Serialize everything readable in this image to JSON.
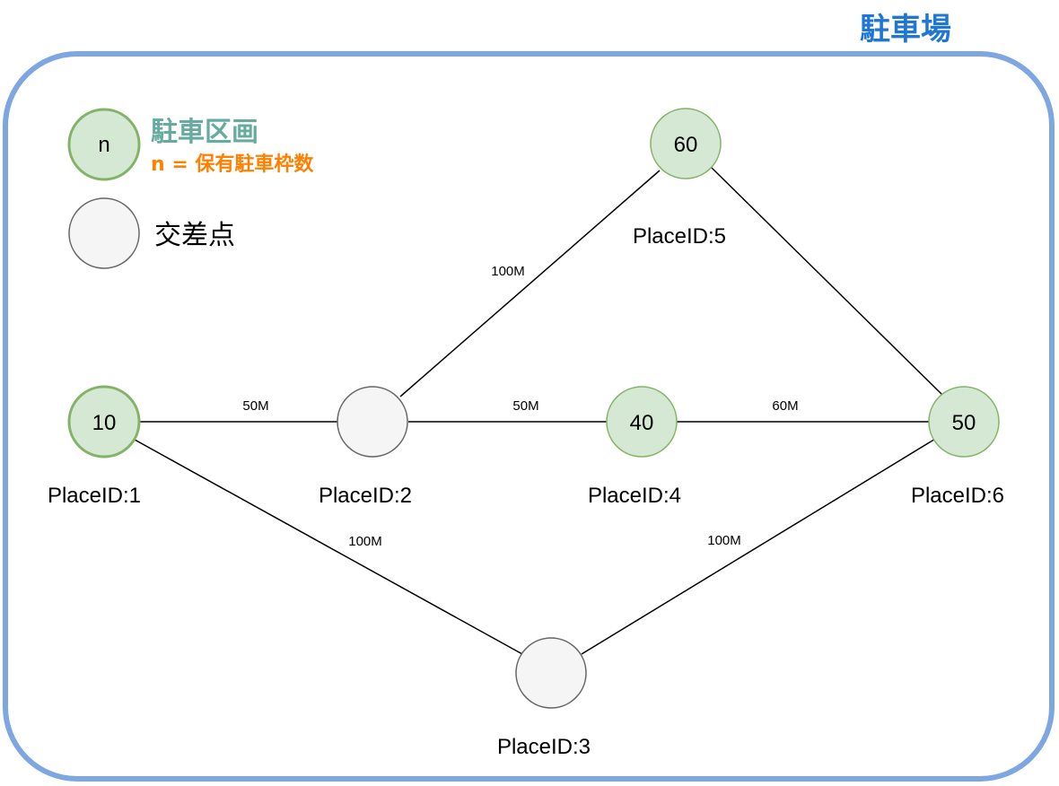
{
  "title": "駐車場",
  "legend": {
    "parking": {
      "node_text": "n",
      "label": "駐車区画",
      "sublabel": "n = 保有駐車枠数"
    },
    "intersection": {
      "label": "交差点"
    }
  },
  "colors": {
    "frame": "#7ea6e0",
    "title": "#1f76d3",
    "legend_title": "#67ab9f",
    "legend_sub": "#ff8000",
    "parking_fill": "#d5e8d4",
    "parking_stroke": "#82b366",
    "intersection_fill": "#f5f5f5",
    "intersection_stroke": "#666666"
  },
  "nodes": [
    {
      "id": "p1",
      "kind": "parking",
      "value": "10",
      "label": "PlaceID:1"
    },
    {
      "id": "p2",
      "kind": "intersection",
      "value": "",
      "label": "PlaceID:2"
    },
    {
      "id": "p3",
      "kind": "intersection",
      "value": "",
      "label": "PlaceID:3"
    },
    {
      "id": "p4",
      "kind": "parking",
      "value": "40",
      "label": "PlaceID:4"
    },
    {
      "id": "p5",
      "kind": "parking",
      "value": "60",
      "label": "PlaceID:5"
    },
    {
      "id": "p6",
      "kind": "parking",
      "value": "50",
      "label": "PlaceID:6"
    }
  ],
  "edges": [
    {
      "from": "p1",
      "to": "p2",
      "label": "50M"
    },
    {
      "from": "p2",
      "to": "p4",
      "label": "50M"
    },
    {
      "from": "p4",
      "to": "p6",
      "label": "60M"
    },
    {
      "from": "p2",
      "to": "p5",
      "label": "100M"
    },
    {
      "from": "p5",
      "to": "p6",
      "label": ""
    },
    {
      "from": "p1",
      "to": "p3",
      "label": "100M"
    },
    {
      "from": "p3",
      "to": "p6",
      "label": "100M"
    }
  ]
}
